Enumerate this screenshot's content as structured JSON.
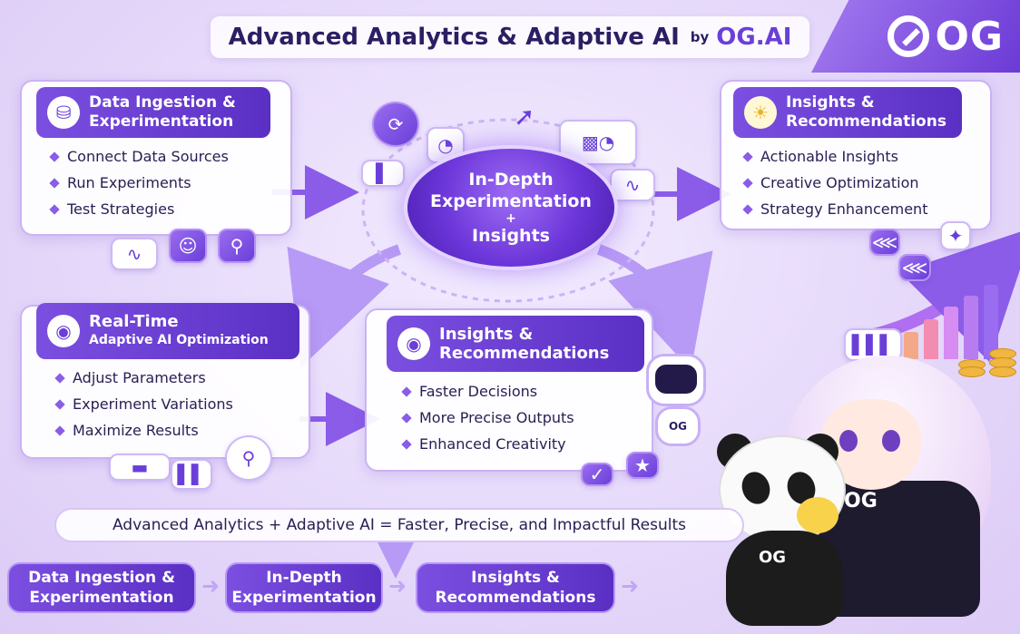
{
  "header": {
    "title": "Advanced Analytics & Adaptive AI",
    "by": "by",
    "brand": "OG.AI",
    "logo": "OG"
  },
  "cards": {
    "ingestion": {
      "title_line1": "Data Ingestion &",
      "title_line2": "Experimentation",
      "icon": "database-icon",
      "items": [
        "Connect Data Sources",
        "Run Experiments",
        "Test Strategies"
      ]
    },
    "insights_top": {
      "title_line1": "Insights &",
      "title_line2": "Recommendations",
      "icon": "lightbulb-icon",
      "items": [
        "Actionable Insights",
        "Creative Optimization",
        "Strategy Enhancement"
      ]
    },
    "realtime": {
      "title_line1": "Real-Time",
      "title_line2": "Adaptive AI Optimization",
      "icon": "robot-icon",
      "items": [
        "Adjust Parameters",
        "Experiment Variations",
        "Maximize Results"
      ]
    },
    "insights_mid": {
      "title_line1": "Insights &",
      "title_line2": "Recommendations",
      "icon": "robot-icon",
      "items": [
        "Faster Decisions",
        "More Precise Outputs",
        "Enhanced Creativity"
      ]
    }
  },
  "hub": {
    "line1": "In-Depth",
    "line2": "Experimentation",
    "line3": "+",
    "line4": "Insights"
  },
  "banner": {
    "text": "Advanced Analytics + Adaptive AI  =  Faster, Precise, and Impactful Results"
  },
  "flow": [
    {
      "line1": "Data Ingestion &",
      "line2": "Experimentation"
    },
    {
      "line1": "In-Depth",
      "line2": "Experimentation"
    },
    {
      "line1": "Insights &",
      "line2": "Recommendations"
    }
  ],
  "mascot": {
    "hoodie_text": "OG",
    "panda_text": "OG",
    "robot_text": "OG"
  },
  "colors": {
    "accent": "#6a3fd8",
    "accent_dark": "#5a2fc4",
    "text": "#2a1d52",
    "background": "#e8dcfb"
  }
}
